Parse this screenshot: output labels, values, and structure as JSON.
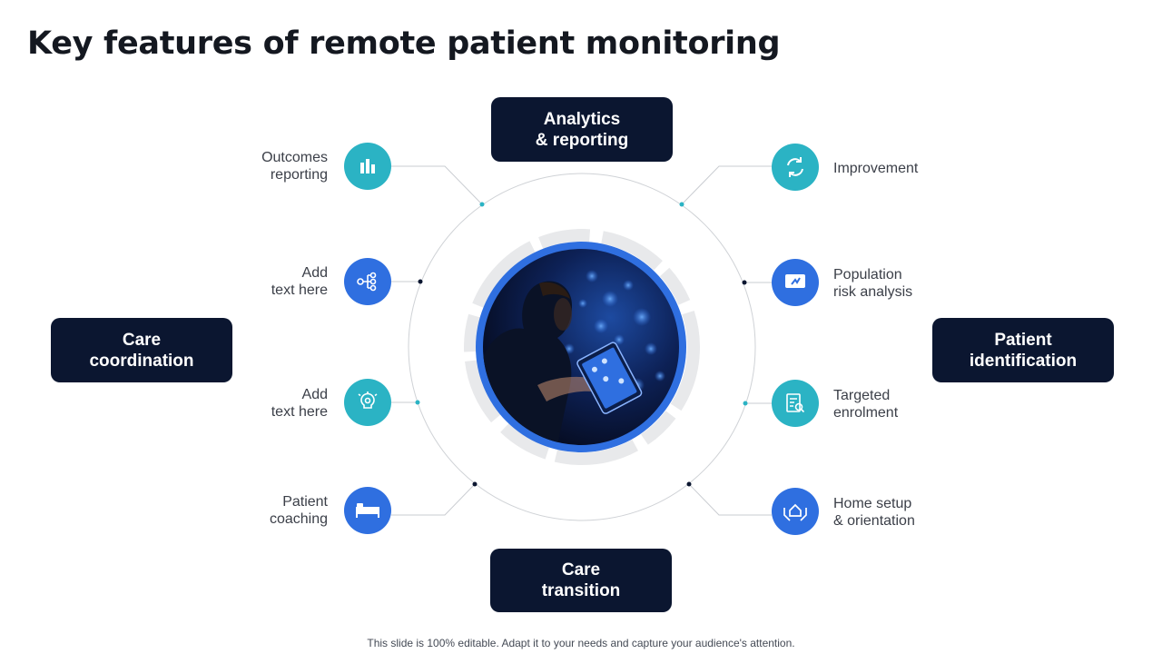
{
  "title": "Key features of remote patient monitoring",
  "boxes": {
    "top": "Analytics\n& reporting",
    "left": "Care\ncoordination",
    "right": "Patient\nidentification",
    "bottom": "Care\ntransition"
  },
  "left_items": [
    {
      "label": "Outcomes\nreporting",
      "icon": "bar-chart-icon",
      "color": "#2bb3c4"
    },
    {
      "label": "Add\ntext here",
      "icon": "network-icon",
      "color": "#2f6fe0"
    },
    {
      "label": "Add\ntext here",
      "icon": "lightbulb-gear-icon",
      "color": "#2bb3c4"
    },
    {
      "label": "Patient\ncoaching",
      "icon": "bed-icon",
      "color": "#2f6fe0"
    }
  ],
  "right_items": [
    {
      "label": "Improvement",
      "icon": "refresh-icon",
      "color": "#2bb3c4"
    },
    {
      "label": "Population\nrisk analysis",
      "icon": "monitor-chart-icon",
      "color": "#2f6fe0"
    },
    {
      "label": "Targeted\nenrolment",
      "icon": "document-search-icon",
      "color": "#2bb3c4"
    },
    {
      "label": "Home setup\n& orientation",
      "icon": "hands-house-icon",
      "color": "#2f6fe0"
    }
  ],
  "footer": "This slide is 100% editable. Adapt it to your needs and capture your audience's attention."
}
